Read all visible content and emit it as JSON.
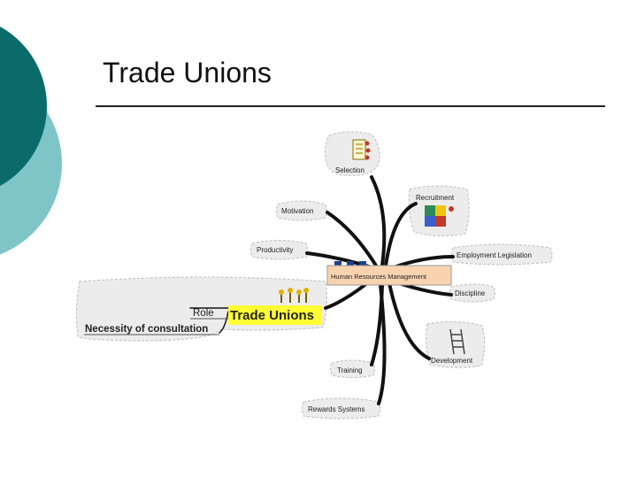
{
  "slide": {
    "title": "Trade Unions",
    "colors": {
      "dark_teal": "#0b6b6b",
      "light_teal": "#7fc5c8",
      "highlight": "#ffff33",
      "hrm_box": "#f9d3b0",
      "branch": "#111111"
    }
  },
  "mindmap": {
    "center": "Human Resources Management",
    "branches": {
      "selection": "Selection",
      "recruitment": "Recruitment",
      "motivation": "Motivation",
      "productivity": "Productivity",
      "employment_legislation": "Employment Legislation",
      "discipline": "Discipline",
      "trade_unions": "Trade Unions",
      "role": "Role",
      "necessity": "Necessity of consultation",
      "development": "Development",
      "training": "Training",
      "rewards": "Rewards Systems"
    },
    "icons": [
      "checklist-icon",
      "puzzle-icon",
      "people-icon",
      "ladder-icon",
      "org-chart-icon"
    ]
  }
}
